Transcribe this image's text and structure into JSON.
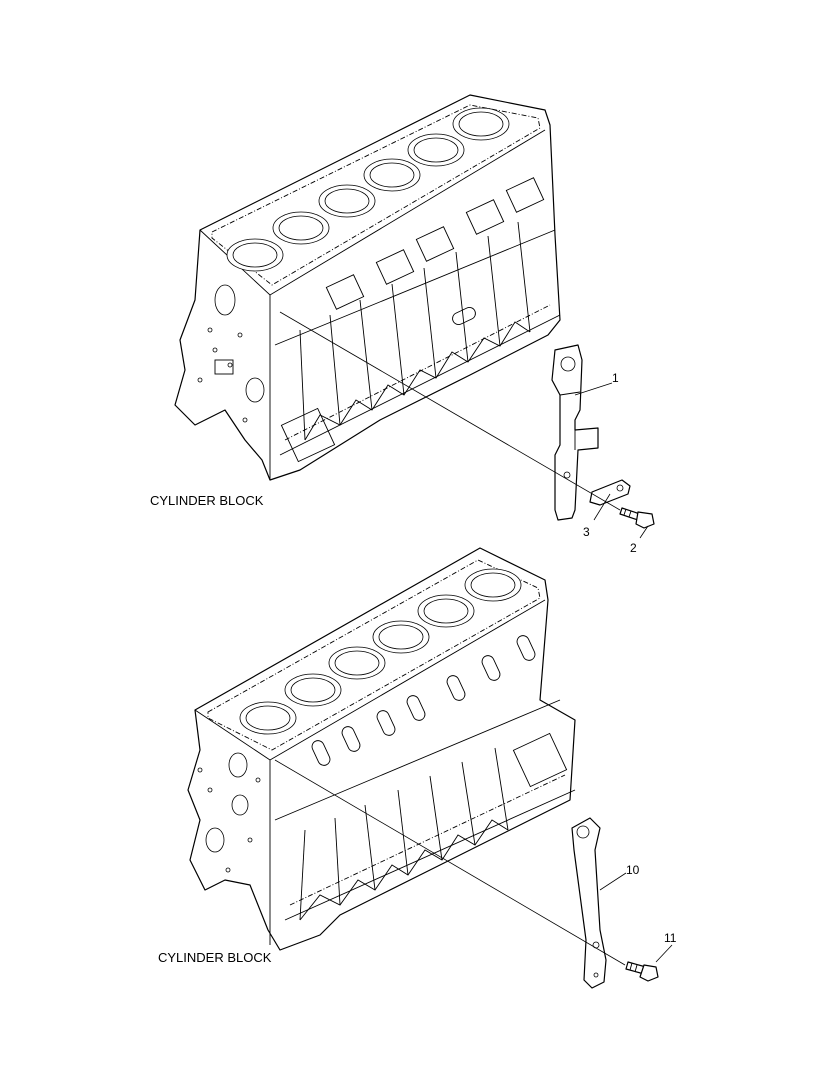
{
  "labels": {
    "upper_block": "CYLINDER BLOCK",
    "lower_block": "CYLINDER BLOCK"
  },
  "callouts": {
    "bracket_upper": "1",
    "bolt_upper": "2",
    "plate_upper": "3",
    "bracket_lower": "10",
    "bolt_lower": "11"
  }
}
